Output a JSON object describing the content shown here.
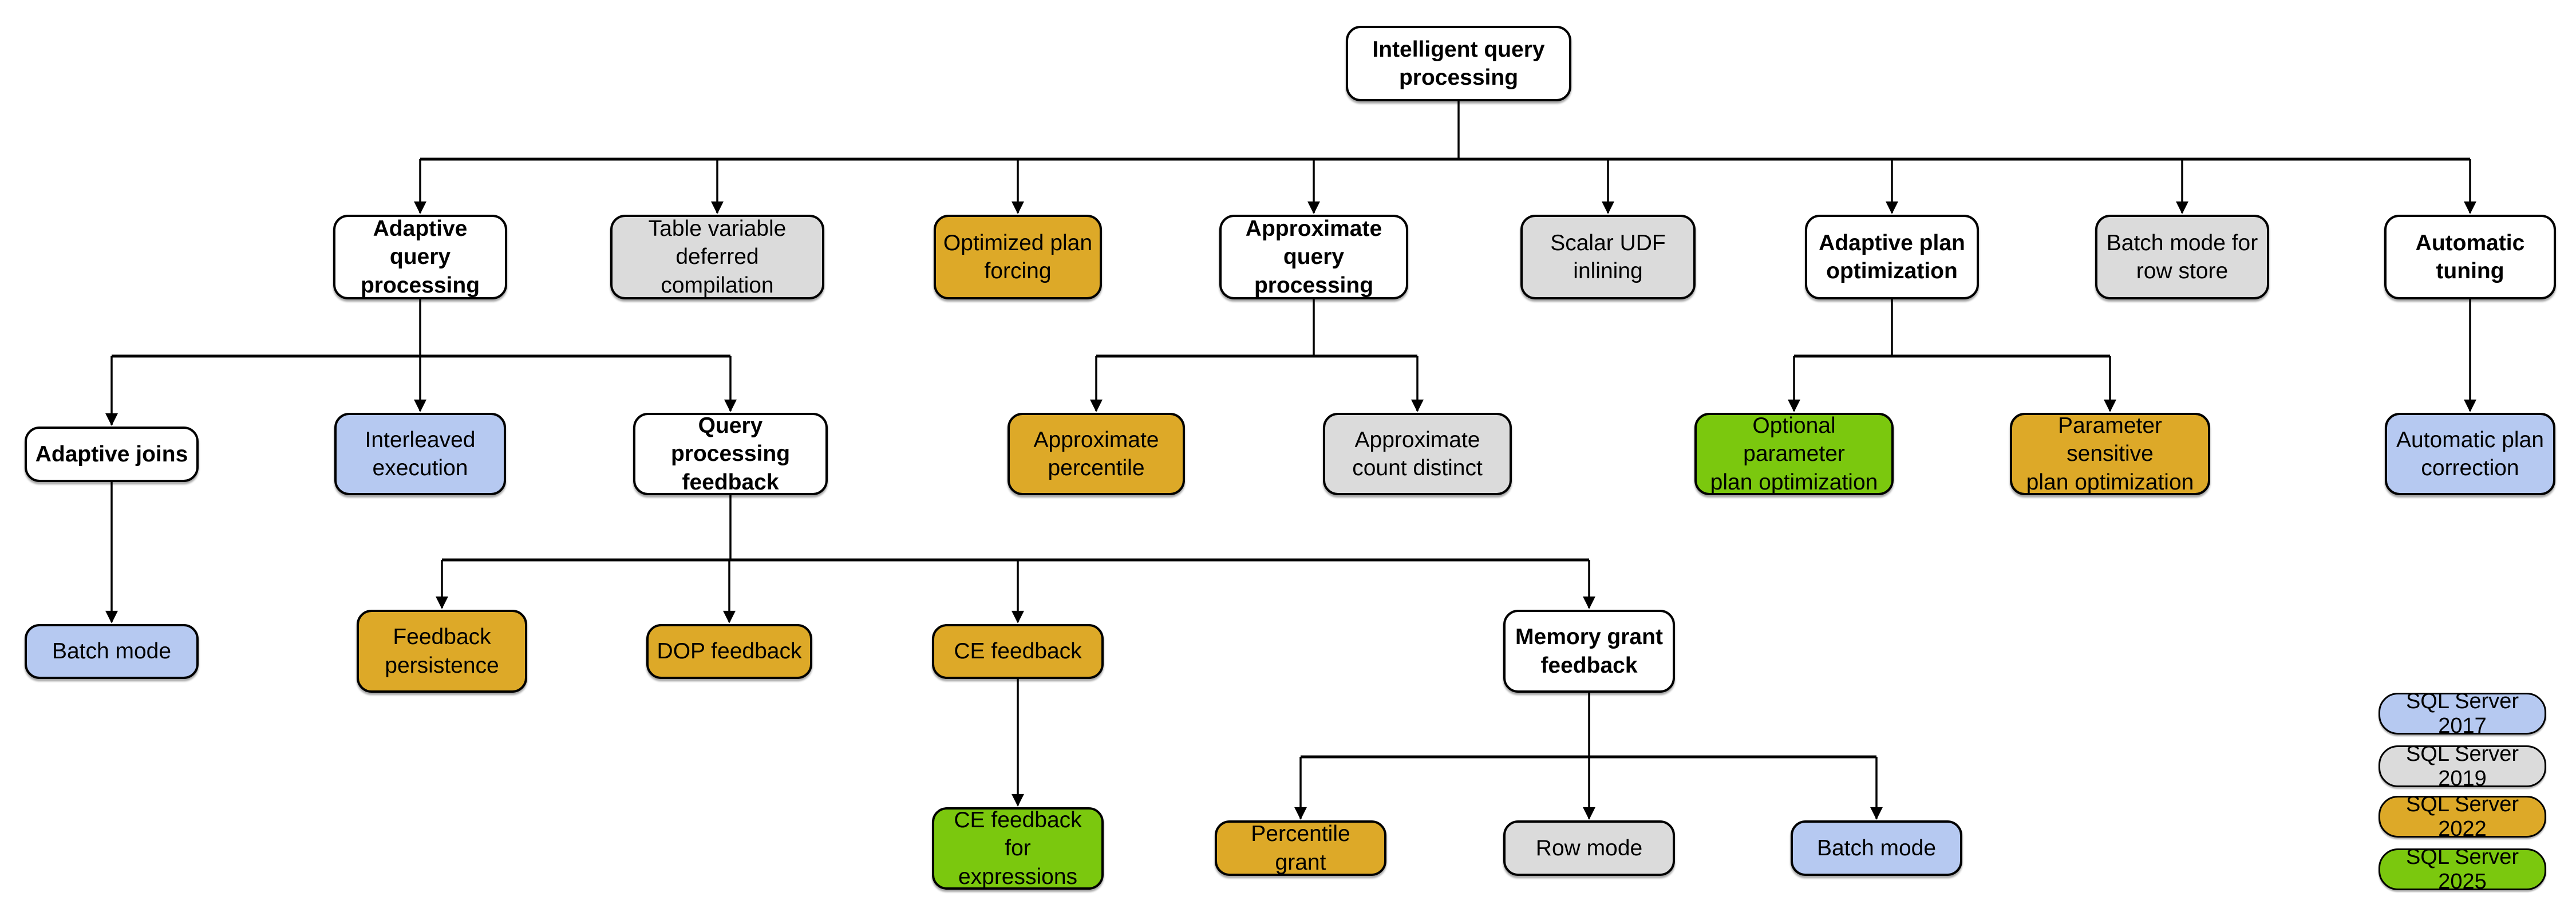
{
  "diagram_title": "Intelligent query processing",
  "colors": {
    "parent": "#FFFFFF",
    "sql2017": "#B6C9F1",
    "sql2019": "#DBDBDB",
    "sql2022": "#DDA928",
    "sql2025": "#7BC80E",
    "border": "#000000",
    "line": "#000000"
  },
  "nodes": [
    {
      "id": "root",
      "label": "Intelligent query\nprocessing",
      "category": "parent"
    },
    {
      "id": "adaptive-query-processing",
      "label": "Adaptive query\nprocessing",
      "category": "parent"
    },
    {
      "id": "table-variable-deferred-compilation",
      "label": "Table variable\ndeferred compilation",
      "category": "sql2019"
    },
    {
      "id": "optimized-plan-forcing",
      "label": "Optimized plan\nforcing",
      "category": "sql2022"
    },
    {
      "id": "approximate-query-processing",
      "label": "Approximate\nquery processing",
      "category": "parent"
    },
    {
      "id": "scalar-udf-inlining",
      "label": "Scalar UDF\ninlining",
      "category": "sql2019"
    },
    {
      "id": "adaptive-plan-optimization",
      "label": "Adaptive plan\noptimization",
      "category": "parent"
    },
    {
      "id": "batch-mode-for-row-store",
      "label": "Batch mode for\nrow store",
      "category": "sql2019"
    },
    {
      "id": "automatic-tuning",
      "label": "Automatic\ntuning",
      "category": "parent"
    },
    {
      "id": "adaptive-joins",
      "label": "Adaptive joins",
      "category": "parent"
    },
    {
      "id": "interleaved-execution",
      "label": "Interleaved\nexecution",
      "category": "sql2017"
    },
    {
      "id": "query-processing-feedback",
      "label": "Query processing\nfeedback",
      "category": "parent"
    },
    {
      "id": "approximate-percentile",
      "label": "Approximate\npercentile",
      "category": "sql2022"
    },
    {
      "id": "approximate-count-distinct",
      "label": "Approximate\ncount distinct",
      "category": "sql2019"
    },
    {
      "id": "optional-parameter-plan-optimization",
      "label": "Optional parameter\nplan optimization",
      "category": "sql2025"
    },
    {
      "id": "parameter-sensitive-plan-optimization",
      "label": "Parameter sensitive\nplan optimization",
      "category": "sql2022"
    },
    {
      "id": "automatic-plan-correction",
      "label": "Automatic plan\ncorrection",
      "category": "sql2017"
    },
    {
      "id": "batch-mode-adaptive-joins",
      "label": "Batch mode",
      "category": "sql2017"
    },
    {
      "id": "feedback-persistence",
      "label": "Feedback\npersistence",
      "category": "sql2022"
    },
    {
      "id": "dop-feedback",
      "label": "DOP feedback",
      "category": "sql2022"
    },
    {
      "id": "ce-feedback",
      "label": "CE feedback",
      "category": "sql2022"
    },
    {
      "id": "memory-grant-feedback",
      "label": "Memory grant\nfeedback",
      "category": "parent"
    },
    {
      "id": "ce-feedback-for-expressions",
      "label": "CE feedback for\nexpressions",
      "category": "sql2025"
    },
    {
      "id": "percentile-grant",
      "label": "Percentile grant",
      "category": "sql2022"
    },
    {
      "id": "row-mode",
      "label": "Row mode",
      "category": "sql2019"
    },
    {
      "id": "batch-mode-memory-grant",
      "label": "Batch mode",
      "category": "sql2017"
    }
  ],
  "legend": [
    {
      "label": "SQL Server 2017",
      "category": "sql2017"
    },
    {
      "label": "SQL Server 2019",
      "category": "sql2019"
    },
    {
      "label": "SQL Server 2022",
      "category": "sql2022"
    },
    {
      "label": "SQL Server 2025",
      "category": "sql2025"
    }
  ]
}
